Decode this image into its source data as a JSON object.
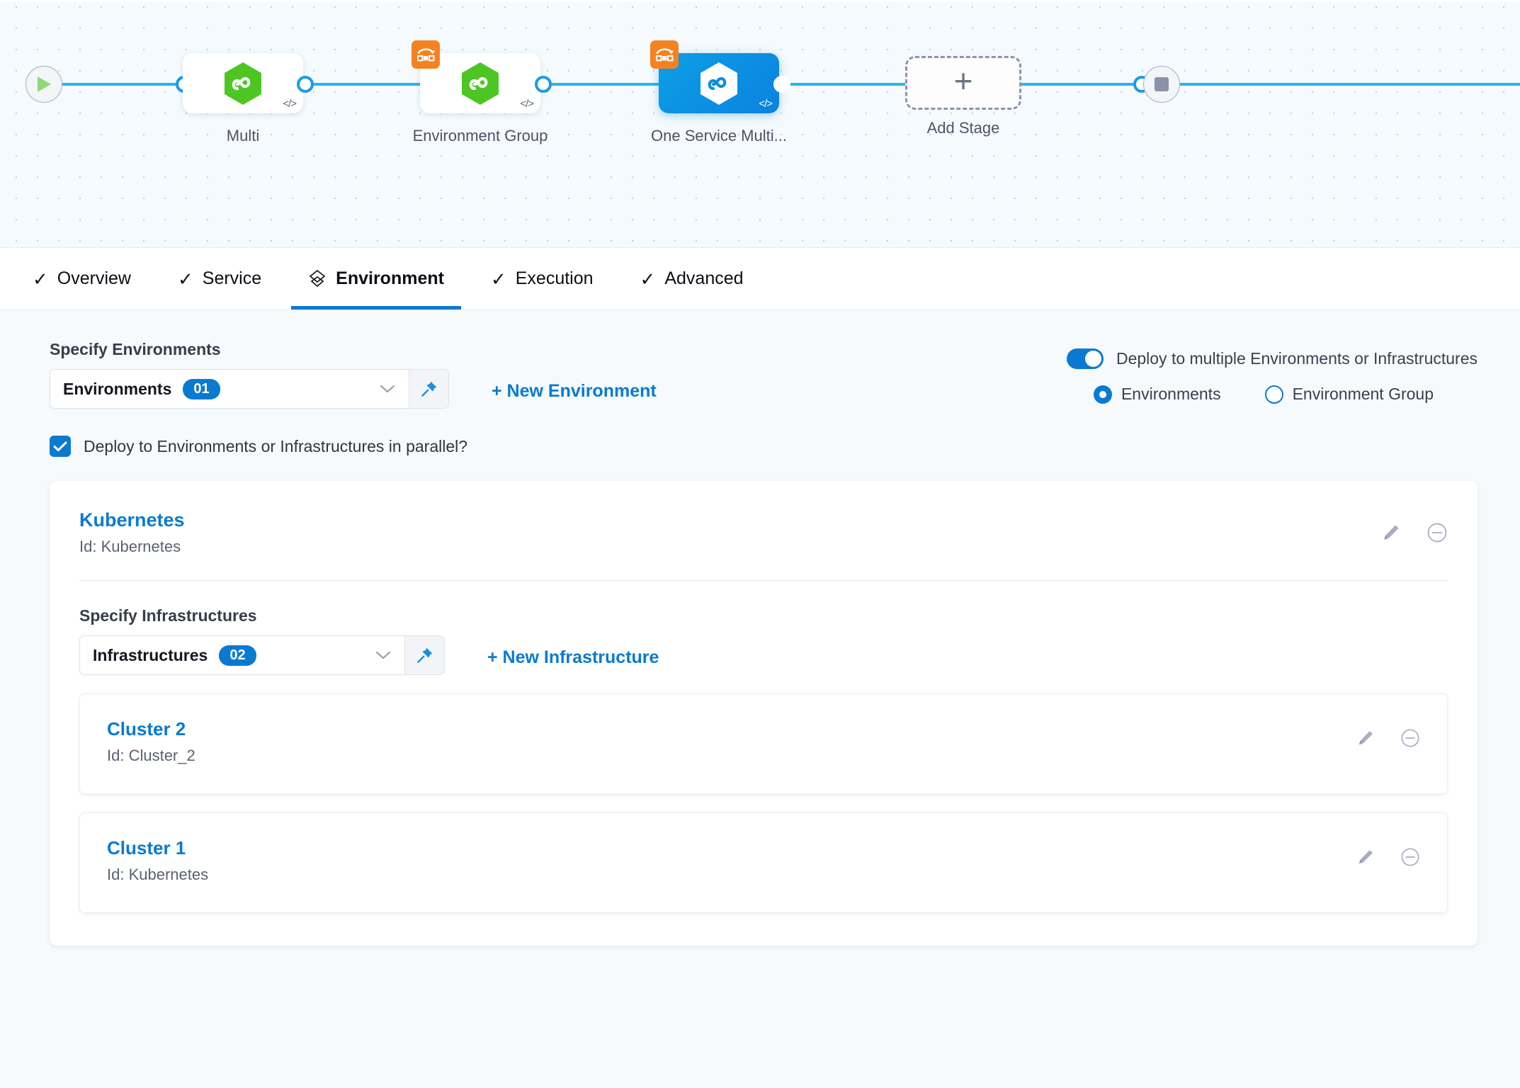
{
  "pipeline": {
    "start_icon": "play-icon",
    "end_icon": "stop-icon",
    "nodes": [
      {
        "label": "Multi",
        "icon": "harness-hex-icon",
        "code_tag": "</>",
        "selected": false,
        "matrix_badge": false
      },
      {
        "label": "Environment Group",
        "icon": "harness-hex-icon",
        "code_tag": "</>",
        "selected": false,
        "matrix_badge": true
      },
      {
        "label": "One Service Multi...",
        "icon": "harness-hex-icon",
        "code_tag": "</>",
        "selected": true,
        "matrix_badge": true
      }
    ],
    "add_stage": {
      "label": "Add Stage",
      "icon": "plus-icon"
    }
  },
  "tabs": [
    {
      "label": "Overview",
      "icon": "check-icon",
      "active": false
    },
    {
      "label": "Service",
      "icon": "check-icon",
      "active": false
    },
    {
      "label": "Environment",
      "icon": "layers-icon",
      "active": true
    },
    {
      "label": "Execution",
      "icon": "check-icon",
      "active": false
    },
    {
      "label": "Advanced",
      "icon": "check-icon",
      "active": false
    }
  ],
  "environment_section": {
    "specify_label": "Specify Environments",
    "select_value": "Environments",
    "select_count": "01",
    "pin_icon": "pushpin-icon",
    "caret_icon": "chevron-down-icon",
    "new_environment_label": "+ New Environment",
    "toggle_label": "Deploy to multiple Environments or Infrastructures",
    "toggle_on": true,
    "radios": [
      {
        "label": "Environments",
        "checked": true
      },
      {
        "label": "Environment Group",
        "checked": false
      }
    ],
    "parallel_checkbox_label": "Deploy to Environments or Infrastructures in parallel?",
    "parallel_checked": true
  },
  "environment": {
    "name": "Kubernetes",
    "id_text": "Id: Kubernetes",
    "edit_icon": "pencil-icon",
    "remove_icon": "minus-circle-icon",
    "infrastructures_section": {
      "specify_label": "Specify Infrastructures",
      "select_value": "Infrastructures",
      "select_count": "02",
      "pin_icon": "pushpin-icon",
      "caret_icon": "chevron-down-icon",
      "new_infrastructure_label": "+ New Infrastructure",
      "items": [
        {
          "name": "Cluster 2",
          "id_text": "Id: Cluster_2",
          "edit_icon": "pencil-icon",
          "remove_icon": "minus-circle-icon"
        },
        {
          "name": "Cluster 1",
          "id_text": "Id: Kubernetes",
          "edit_icon": "pencil-icon",
          "remove_icon": "minus-circle-icon"
        }
      ]
    }
  },
  "colors": {
    "accent_blue": "#0a7ad1",
    "rail_blue": "#27b6f0",
    "matrix_orange": "#f58220",
    "harness_green": "#4dc624",
    "page_bg": "#f6fafd"
  }
}
